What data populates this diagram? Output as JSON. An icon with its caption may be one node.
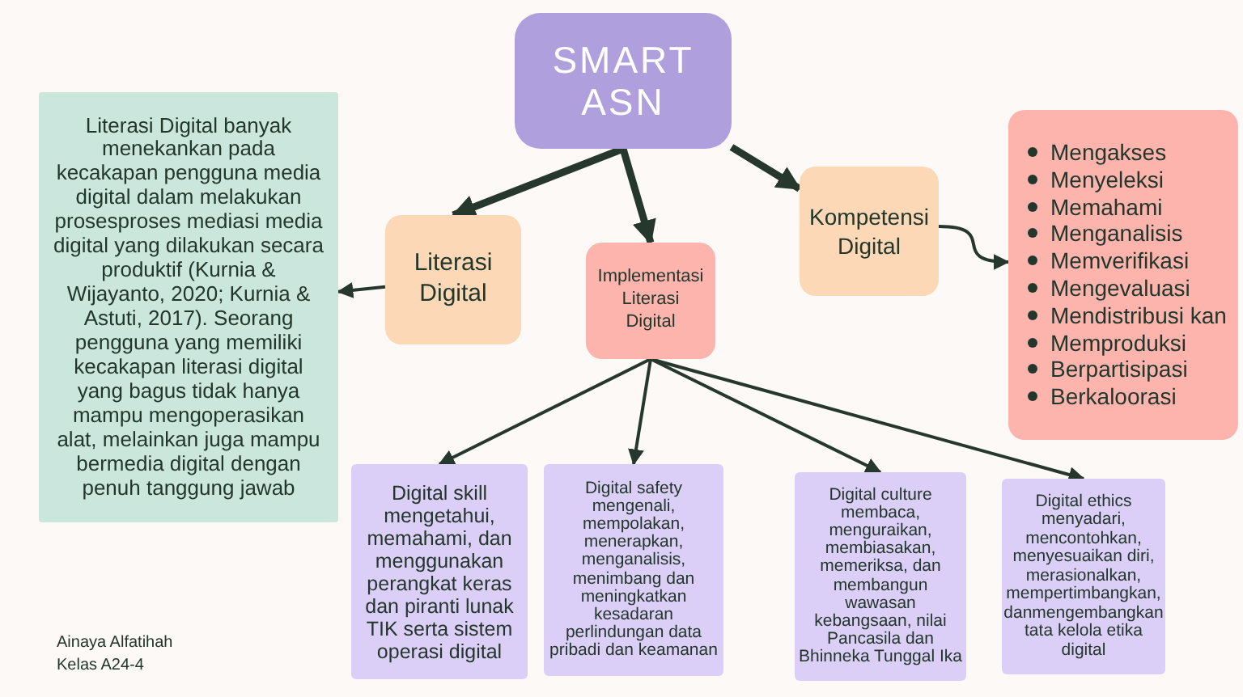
{
  "diagram": {
    "nodes": [
      {
        "text": [
          "SMART ASN"
        ]
      },
      {
        "text": [
          "Literasi Digital"
        ]
      },
      {
        "text": [
          "Implementasi Literasi Digital"
        ]
      },
      {
        "text": [
          "Kompetensi Digital"
        ]
      },
      {
        "text": [
          "Literasi Digital banyak menekankan pada kecakapan pengguna media digital dalam melakukan prosesproses mediasi media digital yang dilakukan secara produktif (Kurnia & Wijayanto, 2020; Kurnia & Astuti, 2017). Seorang pengguna yang memiliki kecakapan literasi digital yang bagus tidak hanya mampu mengoperasikan alat, melainkan juga mampu bermedia digital dengan penuh tanggung jawab"
        ]
      },
      {
        "text": [
          "Mengakses",
          "Menyeleksi",
          "Memahami",
          "Menganalisis",
          "Memverifikasi",
          "Mengevaluasi",
          "Mendistribusi kan",
          "Memproduksi",
          "Berpartisipasi",
          "Berkaloorasi"
        ]
      },
      {
        "text": [
          "Digital skill",
          "mengetahui, memahami, dan menggunakan perangkat keras dan piranti lunak TIK serta sistem operasi digital"
        ]
      },
      {
        "text": [
          "Digital safety",
          "mengenali, mempolakan, menerapkan, menganalisis, menimbang dan meningkatkan kesadaran perlindungan data pribadi dan keamanan"
        ]
      },
      {
        "text": [
          "Digital culture",
          "membaca, menguraikan, membiasakan, memeriksa, dan membangun wawasan kebangsaan, nilai Pancasila dan Bhinneka Tunggal Ika"
        ]
      },
      {
        "text": [
          "Digital ethics",
          "menyadari, mencontohkan, menyesuaikan diri, merasionalkan, mempertimbangkan, danmengembangkan tata kelola etika digital"
        ]
      }
    ],
    "edges": [
      {
        "from": 0,
        "to": 1,
        "arrow": "to",
        "style": "thick"
      },
      {
        "from": 0,
        "to": 2,
        "arrow": "to",
        "style": "thick"
      },
      {
        "from": 0,
        "to": 3,
        "arrow": "to",
        "style": "thick"
      },
      {
        "from": 1,
        "to": 4,
        "arrow": "to"
      },
      {
        "from": 3,
        "to": 5,
        "arrow": "to"
      },
      {
        "from": 2,
        "to": 6,
        "arrow": "to"
      },
      {
        "from": 2,
        "to": 7,
        "arrow": "to"
      },
      {
        "from": 2,
        "to": 8,
        "arrow": "to"
      },
      {
        "from": 2,
        "to": 9,
        "arrow": "to"
      }
    ],
    "labels": [
      "Ainaya Alfatihah",
      "Kelas A24-4"
    ]
  }
}
